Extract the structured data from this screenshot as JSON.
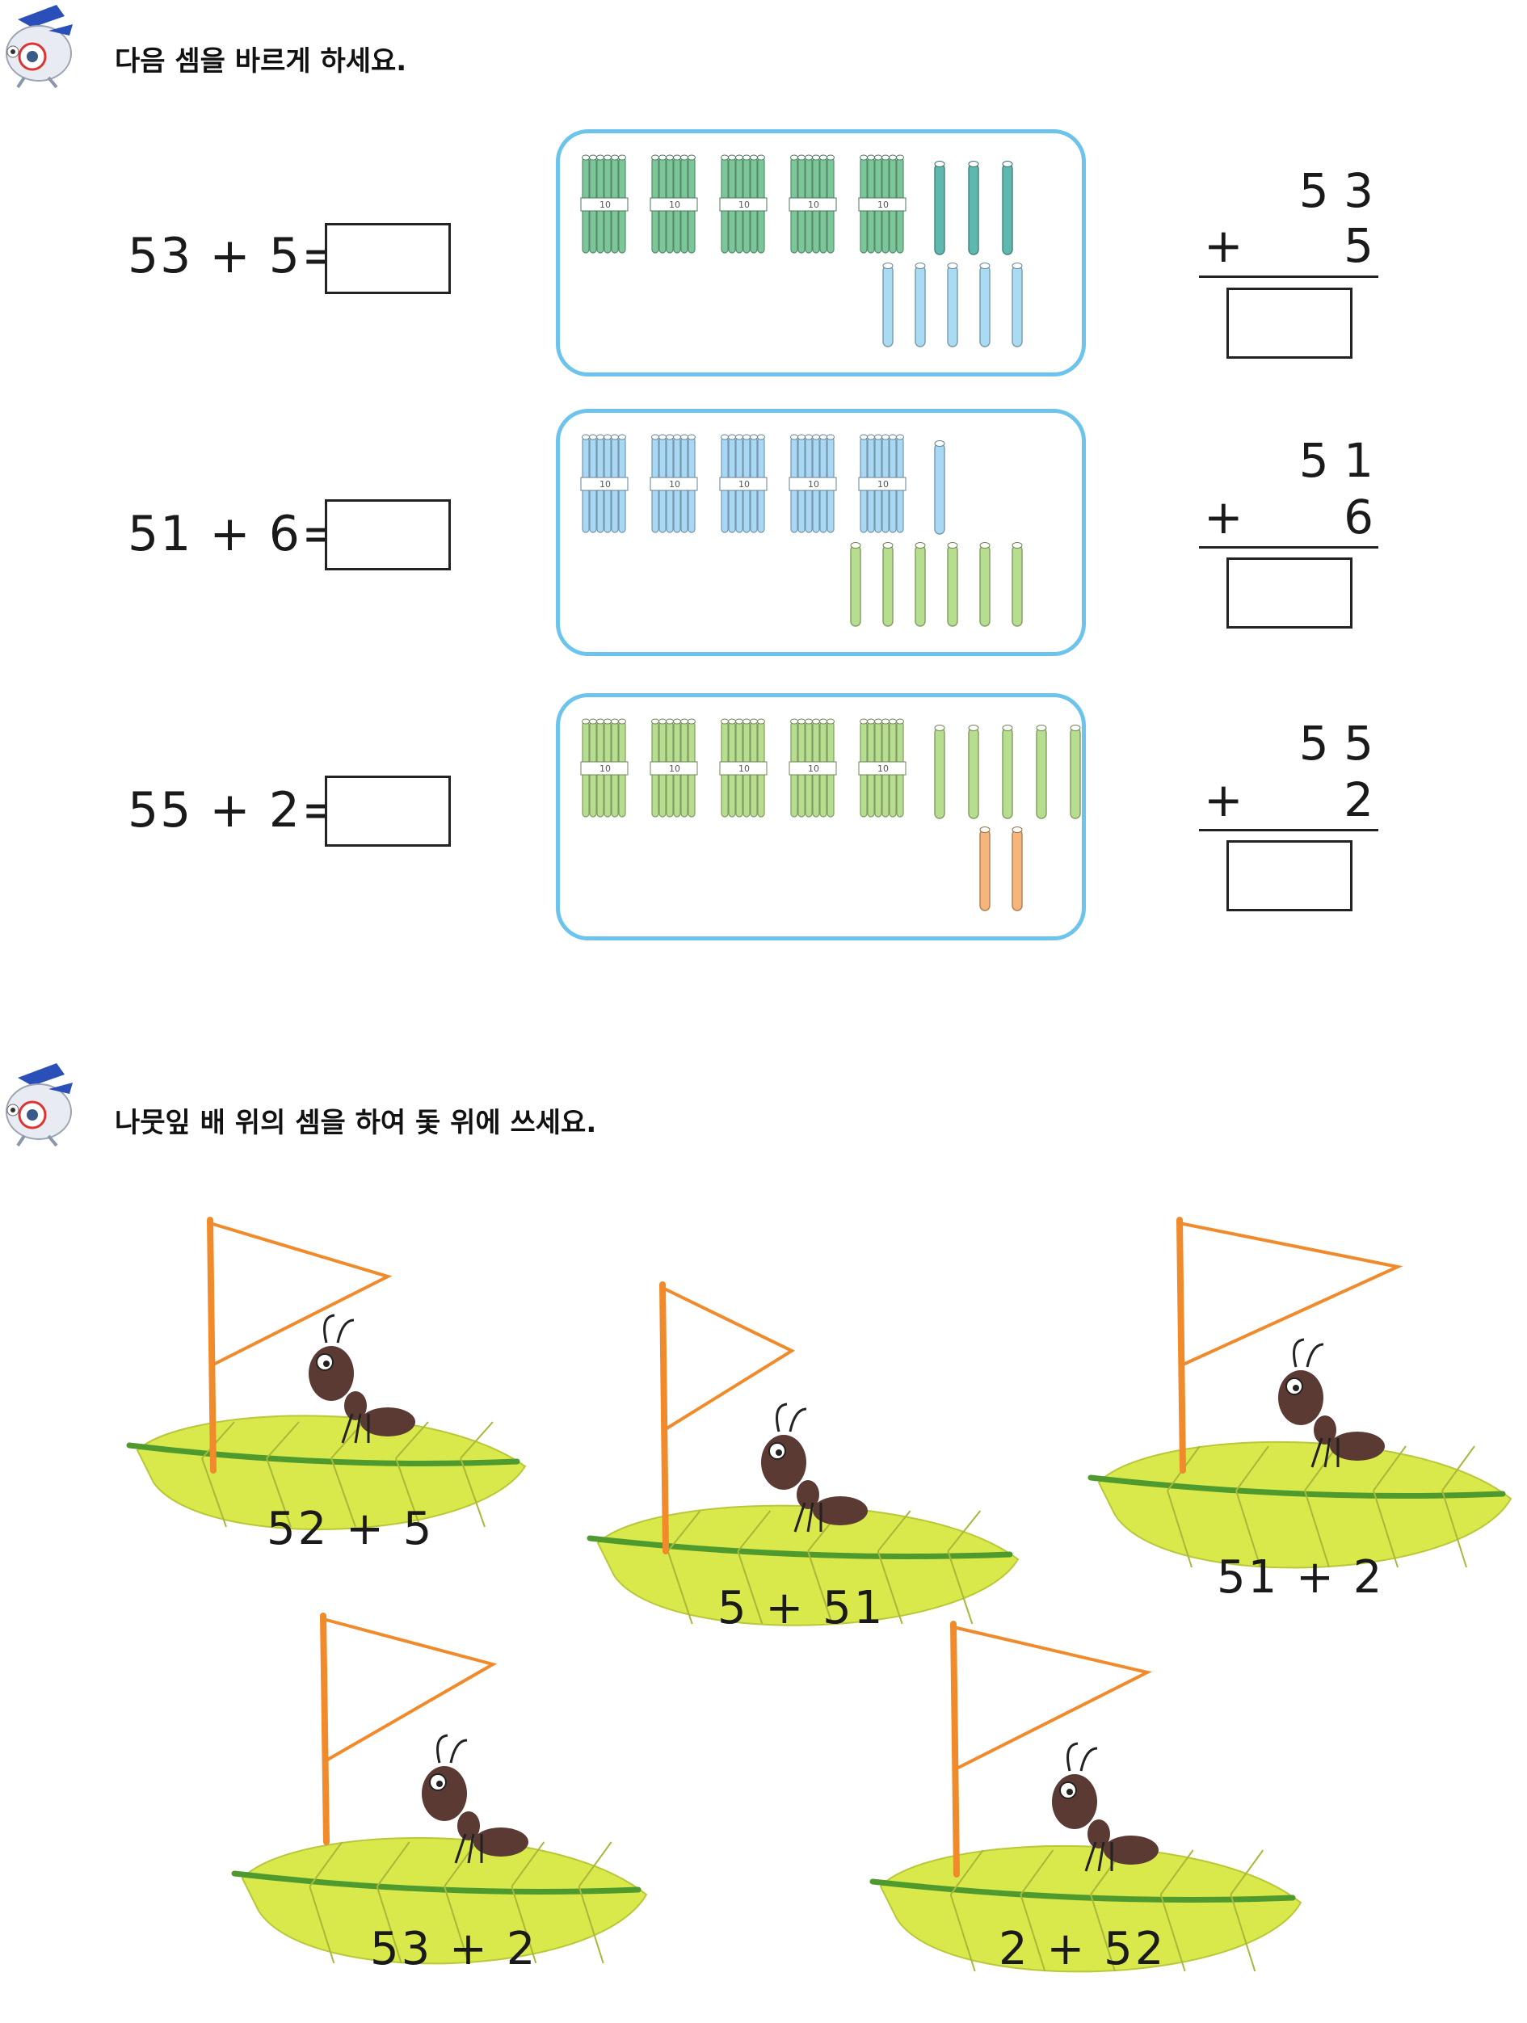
{
  "section1": {
    "instruction": "다음 셈을 바르게 하세요.",
    "problems": [
      {
        "equation": "53 + 5=",
        "col_top": "5 3",
        "col_op": "+",
        "col_bottom": "5",
        "bundles": 5,
        "bundle_color": "#7cc79a",
        "top_sticks": 3,
        "top_stick_color": "#5fb8b0",
        "bottom_sticks": 5,
        "bottom_stick_color": "#a9dcf3",
        "bundle_label": "10"
      },
      {
        "equation": "51 + 6=",
        "col_top": "5 1",
        "col_op": "+",
        "col_bottom": "6",
        "bundles": 5,
        "bundle_color": "#a9d8f5",
        "top_sticks": 1,
        "top_stick_color": "#a9d8f5",
        "bottom_sticks": 6,
        "bottom_stick_color": "#b7dd8f",
        "bundle_label": "10"
      },
      {
        "equation": "55 + 2=",
        "col_top": "5 5",
        "col_op": "+",
        "col_bottom": "2",
        "bundles": 5,
        "bundle_color": "#b7dd8f",
        "top_sticks": 5,
        "top_stick_color": "#b7dd8f",
        "bottom_sticks": 2,
        "bottom_stick_color": "#f6b57a",
        "bundle_label": "10"
      }
    ]
  },
  "section2": {
    "instruction": "나뭇잎 배 위의 셈을 하여 돛 위에 쓰세요.",
    "boats": [
      {
        "label": "52 + 5"
      },
      {
        "label": "5 + 51"
      },
      {
        "label": "51 + 2"
      },
      {
        "label": "53 + 2"
      },
      {
        "label": "2 + 52"
      }
    ]
  },
  "colors": {
    "panel_border": "#6cc3ec",
    "leaf": "#d9e84a",
    "leaf_vein": "#4f9a2f",
    "mast": "#f08a2a",
    "sail": "#f08a2a",
    "ant": "#5a3a32"
  }
}
